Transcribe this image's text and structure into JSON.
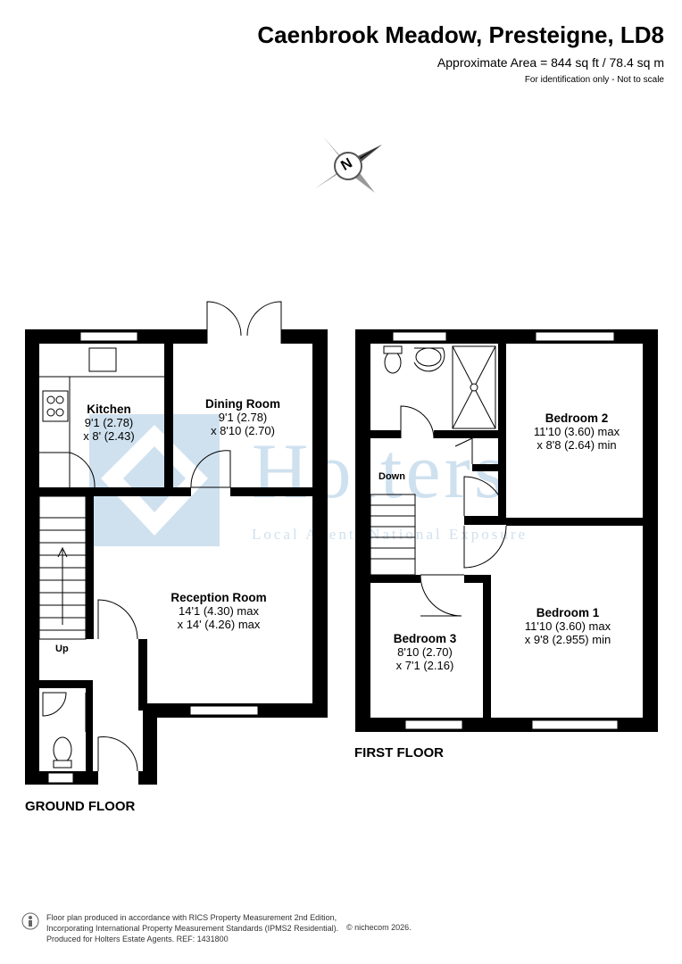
{
  "header": {
    "title": "Caenbrook Meadow, Presteigne, LD8",
    "area": "Approximate Area = 844 sq ft / 78.4 sq m",
    "disclaimer": "For identification only - Not to scale"
  },
  "compass": {
    "letter": "N"
  },
  "watermark": {
    "name": "Holters",
    "tagline": "Local Agent, National Exposure",
    "color": "#cfe1ef"
  },
  "ground_floor": {
    "label": "GROUND FLOOR",
    "stairs_label": "Up",
    "rooms": [
      {
        "name": "Kitchen",
        "dim1": "9'1 (2.78)",
        "dim2": "x 8' (2.43)"
      },
      {
        "name": "Dining Room",
        "dim1": "9'1 (2.78)",
        "dim2": "x 8'10 (2.70)"
      },
      {
        "name": "Reception Room",
        "dim1": "14'1 (4.30) max",
        "dim2": "x 14' (4.26) max"
      }
    ]
  },
  "first_floor": {
    "label": "FIRST FLOOR",
    "stairs_label": "Down",
    "rooms": [
      {
        "name": "Bedroom 2",
        "dim1": "11'10 (3.60) max",
        "dim2": "x 8'8 (2.64) min"
      },
      {
        "name": "Bedroom 1",
        "dim1": "11'10 (3.60) max",
        "dim2": "x 9'8 (2.955) min"
      },
      {
        "name": "Bedroom 3",
        "dim1": "8'10 (2.70)",
        "dim2": "x 7'1 (2.16)"
      }
    ]
  },
  "footer": {
    "line1": "Floor plan produced in accordance with RICS Property Measurement 2nd Edition,",
    "line2": "Incorporating International Property Measurement Standards (IPMS2 Residential).",
    "line3": "Produced for Holters Estate Agents.   REF: 1431800",
    "credit": "© nichecom 2026."
  },
  "colors": {
    "wall": "#000000",
    "window": "#ffffff"
  }
}
